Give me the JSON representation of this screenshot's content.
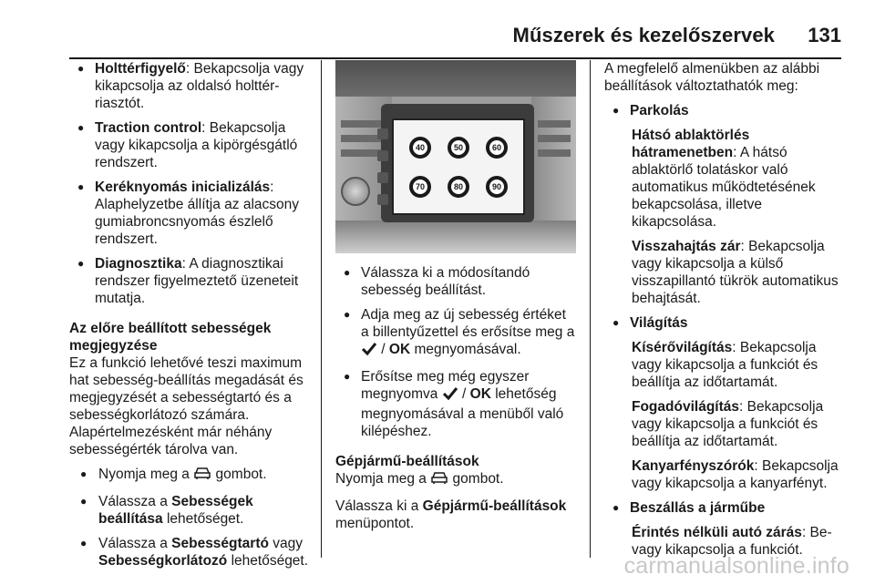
{
  "header": {
    "title": "Műszerek és kezelőszervek",
    "page_number": "131"
  },
  "col1": {
    "items": [
      {
        "bold": "Holttérfigyelő",
        "text": ": Bekapcsolja vagy kikapcsolja az oldalsó holttér-riasztót."
      },
      {
        "bold": "Traction control",
        "text": ": Bekapcsolja vagy kikapcsolja a kipörgésgátló rendszert."
      },
      {
        "bold": "Keréknyomás inicializálás",
        "text": ": Alaphelyzetbe állítja az alacsony gumiabroncsnyomás észlelő rendszert."
      },
      {
        "bold": "Diagnosztika",
        "text": ": A diagnosztikai rendszer figyelmeztető üzeneteit mutatja."
      }
    ],
    "heading": "Az előre beállított sebességek megjegyzése",
    "paragraph": "Ez a funkció lehetővé teszi maximum hat sebesség-beállítás megadását és megjegyzését a sebességtartó és a sebességkorlátozó számára. Alapértelmezésként már néhány sebességérték tárolva van.",
    "steps": {
      "s1_pre": "Nyomja meg a ",
      "s1_post": " gombot.",
      "s2_pre": "Válassza a ",
      "s2_bold": "Sebességek beállítása",
      "s2_post": " lehetőséget.",
      "s3_pre": "Válassza a ",
      "s3_bold1": "Sebességtartó",
      "s3_mid": " vagy ",
      "s3_bold2": "Sebességkorlátozó",
      "s3_post": " lehetőséget."
    }
  },
  "photo": {
    "speeds": [
      "40",
      "50",
      "60",
      "70",
      "80",
      "90"
    ]
  },
  "col2": {
    "b1": "Válassza ki a módosítandó sebesség beállítást.",
    "b2_pre": "Adja meg az új sebesség értéket a billentyűzettel és erősítse meg a ",
    "b2_sep": " / ",
    "b2_ok": "OK",
    "b2_post": " megnyomásával.",
    "b3_pre": "Erősítse meg még egyszer megnyomva ",
    "b3_sep": " / ",
    "b3_ok": "OK",
    "b3_post": " lehetőség megnyomásával a menüből való kilépéshez.",
    "heading": "Gépjármű-beállítások",
    "p1_pre": "Nyomja meg a ",
    "p1_post": " gombot.",
    "p2_pre": "Válassza ki a ",
    "p2_bold": "Gépjármű-beállítások",
    "p2_post": " menüpontot."
  },
  "col3": {
    "intro": "A megfelelő almenükben az alábbi beállítások változtathatók meg:",
    "parkolas": "Parkolás",
    "hatso_bold": "Hátsó ablaktörlés hátramenetben",
    "hatso_text": ": A hátsó ablaktörlő tolatáskor való automatikus működtetésének bekapcsolása, illetve kikapcsolása.",
    "vissza_bold": "Visszahajtás zár",
    "vissza_text": ": Bekapcsolja vagy kikapcsolja a külső visszapillantó tükrök automatikus behajtását.",
    "vilagitas": "Világítás",
    "kiserő_bold": "Kísérővilágítás",
    "kiserő_text": ": Bekapcsolja vagy kikapcsolja a funkciót és beállítja az időtartamát.",
    "fogado_bold": "Fogadóvilágítás",
    "fogado_text": ": Bekapcsolja vagy kikapcsolja a funkciót és beállítja az időtartamát.",
    "kanyar_bold": "Kanyarfényszórók",
    "kanyar_text": ": Bekapcsolja vagy kikapcsolja a kanyarfényt.",
    "beszallas": "Beszállás a járműbe",
    "erintes_bold": "Érintés nélküli autó zárás",
    "erintes_text": ": Be- vagy kikapcsolja a funkciót."
  },
  "watermark": "carmanualsonline.info"
}
